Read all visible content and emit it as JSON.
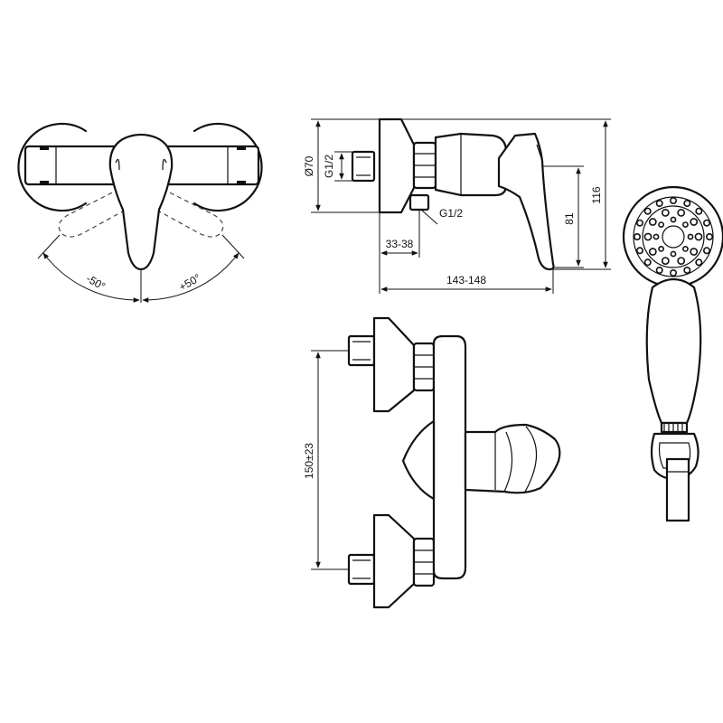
{
  "views": {
    "top": {
      "angle_left": "-50°",
      "angle_right": "+50°"
    },
    "side": {
      "diameter": "Ø70",
      "thread_inlet": "G1/2",
      "thread_outlet": "G1/2",
      "depth": "33-38",
      "length": "143-148",
      "height_lever": "81",
      "height_total": "116"
    },
    "front": {
      "center_distance": "150±23"
    }
  }
}
